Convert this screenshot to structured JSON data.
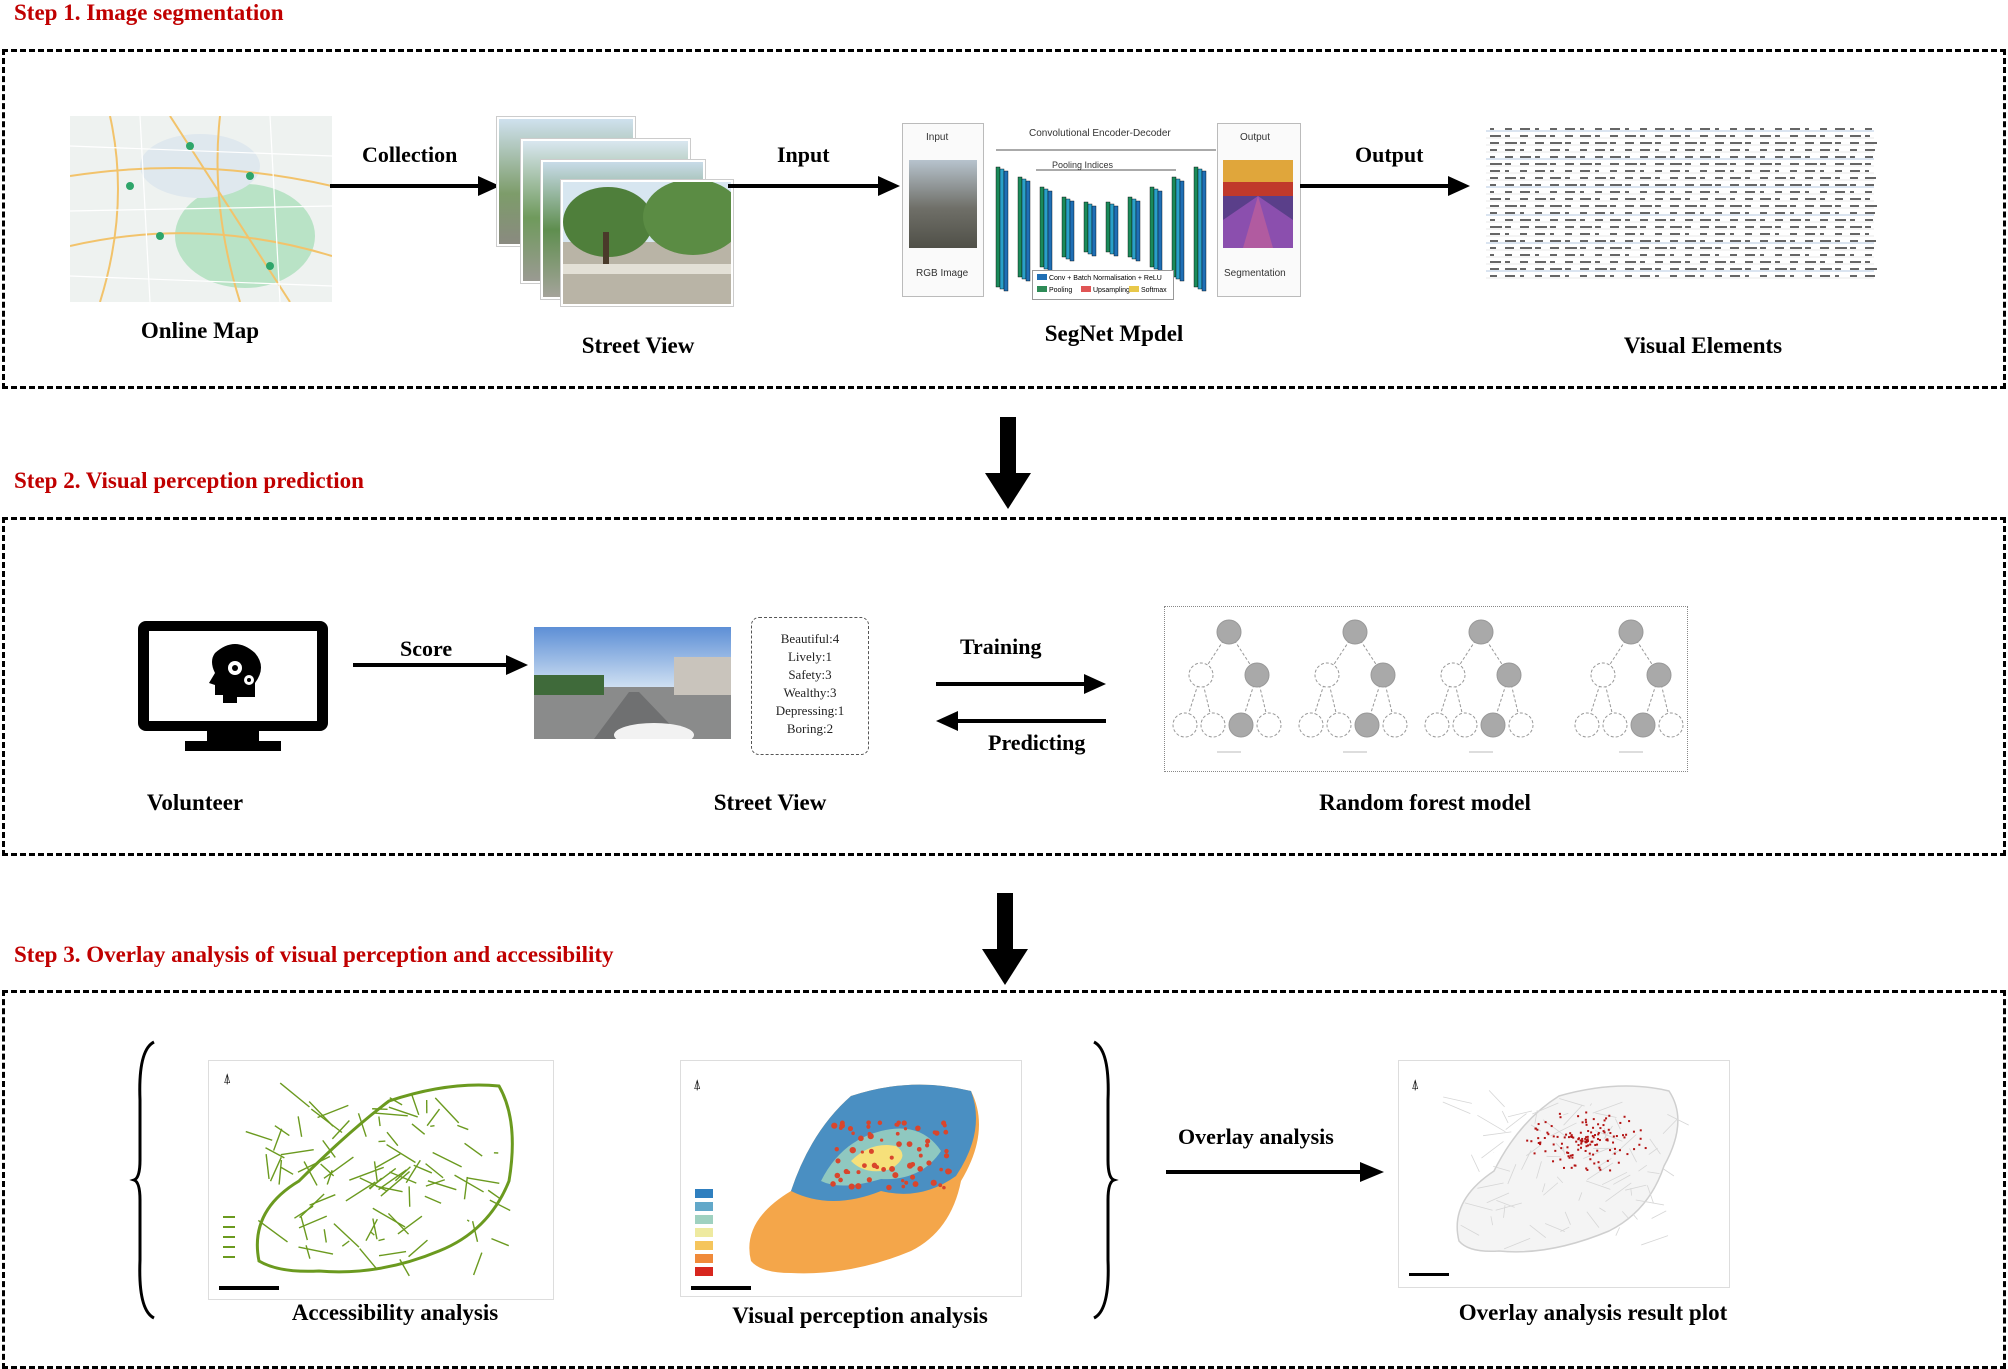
{
  "step1": {
    "title": "Step 1. Image segmentation",
    "online_map": "Online Map",
    "street_view": "Street View",
    "segnet": "SegNet Mpdel",
    "visual_elements": "Visual Elements",
    "collection": "Collection",
    "input": "Input",
    "output": "Output",
    "segnet_inner": {
      "input": "Input",
      "rgb": "RGB Image",
      "encoder": "Convolutional Encoder-Decoder",
      "pooling": "Pooling Indices",
      "output": "Output",
      "segmentation": "Segmentation",
      "legend": [
        "Conv + Batch Normalisation + ReLU",
        "Pooling",
        "Upsampling",
        "Softmax"
      ]
    }
  },
  "step2": {
    "title": "Step 2. Visual perception prediction",
    "score": "Score",
    "training": "Training",
    "predicting": "Predicting",
    "volunteer": "Volunteer",
    "street_view": "Street View",
    "random_forest": "Random forest model",
    "scores": [
      "Beautiful:4",
      "Lively:1",
      "Safety:3",
      "Wealthy:3",
      "Depressing:1",
      "Boring:2"
    ]
  },
  "step3": {
    "title": "Step 3. Overlay analysis of visual perception and accessibility",
    "accessibility": "Accessibility analysis",
    "visual_perception": "Visual perception analysis",
    "overlay": "Overlay analysis",
    "result": "Overlay analysis result plot"
  },
  "colors": {
    "title_red": "#c00000",
    "accessibility_green": "#6b9a1f",
    "overlay_red": "#b31212"
  }
}
